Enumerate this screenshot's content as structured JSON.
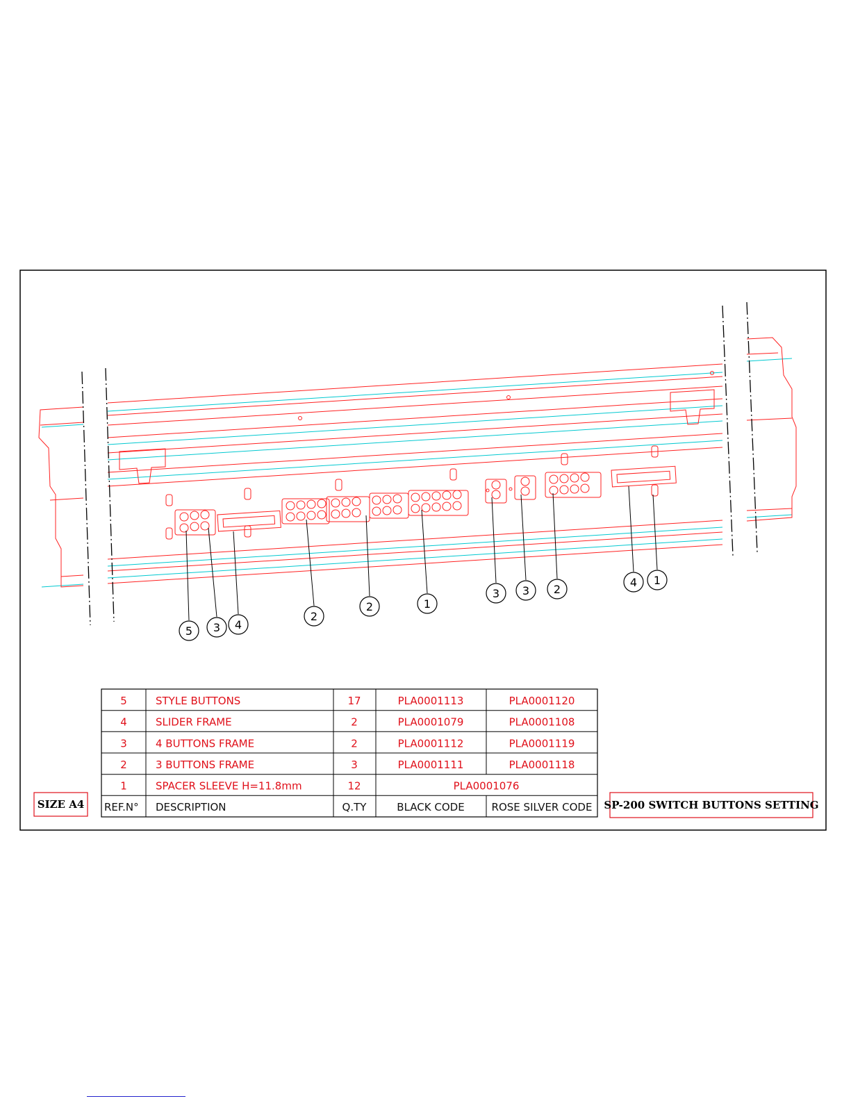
{
  "colors": {
    "part_outline": "#ff2020",
    "centerline": "#00c8d0",
    "frame": "#000000",
    "table_text": "#e0101a"
  },
  "size_label": "SIZE A4",
  "title": "SP-200 SWITCH BUTTONS SETTING",
  "bom": {
    "headers": {
      "ref": "REF.N°",
      "description": "DESCRIPTION",
      "qty": "Q.TY",
      "black_code": "BLACK CODE",
      "rose_silver_code": "ROSE SILVER CODE"
    },
    "rows": [
      {
        "ref": "5",
        "description": "STYLE BUTTONS",
        "qty": "17",
        "black_code": "PLA0001113",
        "rose_silver_code": "PLA0001120"
      },
      {
        "ref": "4",
        "description": "SLIDER FRAME",
        "qty": "2",
        "black_code": "PLA0001079",
        "rose_silver_code": "PLA0001108"
      },
      {
        "ref": "3",
        "description": "4 BUTTONS FRAME",
        "qty": "2",
        "black_code": "PLA0001112",
        "rose_silver_code": "PLA0001119"
      },
      {
        "ref": "2",
        "description": "3 BUTTONS FRAME",
        "qty": "3",
        "black_code": "PLA0001111",
        "rose_silver_code": "PLA0001118"
      },
      {
        "ref": "1",
        "description": "SPACER SLEEVE H=11.8mm",
        "qty": "12",
        "black_code": "PLA0001076",
        "rose_silver_code": ""
      }
    ]
  },
  "balloons": [
    "5",
    "3",
    "4",
    "2",
    "2",
    "1",
    "3",
    "3",
    "2",
    "4",
    "1"
  ]
}
